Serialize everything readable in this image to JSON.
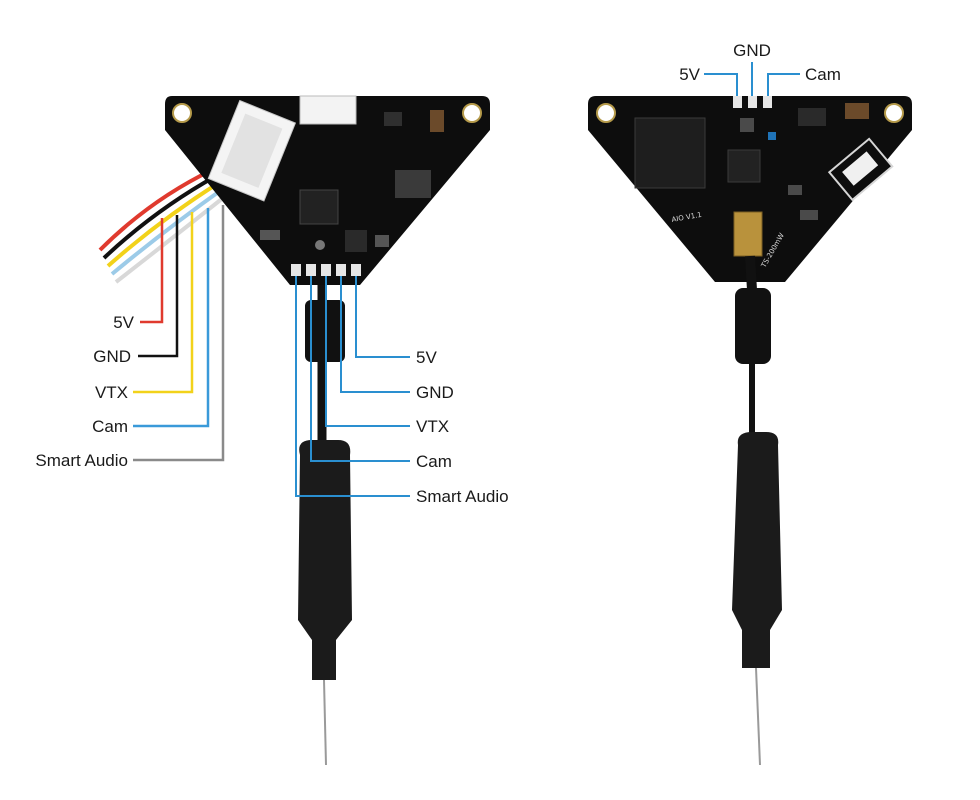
{
  "left_board": {
    "side_labels": [
      "5V",
      "GND",
      "VTX",
      "Cam",
      "Smart Audio"
    ],
    "pad_labels": [
      "5V",
      "GND",
      "VTX",
      "Cam",
      "Smart Audio"
    ]
  },
  "right_board": {
    "top_labels": [
      "5V",
      "GND",
      "Cam"
    ],
    "silkscreen": [
      "AIO V1.1",
      "TS-200mW"
    ]
  },
  "colors": {
    "wire_5v": "#e03a2e",
    "wire_gnd": "#111111",
    "wire_vtx": "#f2d21a",
    "wire_cam": "#3a9ad9",
    "wire_smart_audio": "#8a8a8a",
    "pad_leader": "#2a8fd0",
    "pcb": "#0d0d0d"
  }
}
